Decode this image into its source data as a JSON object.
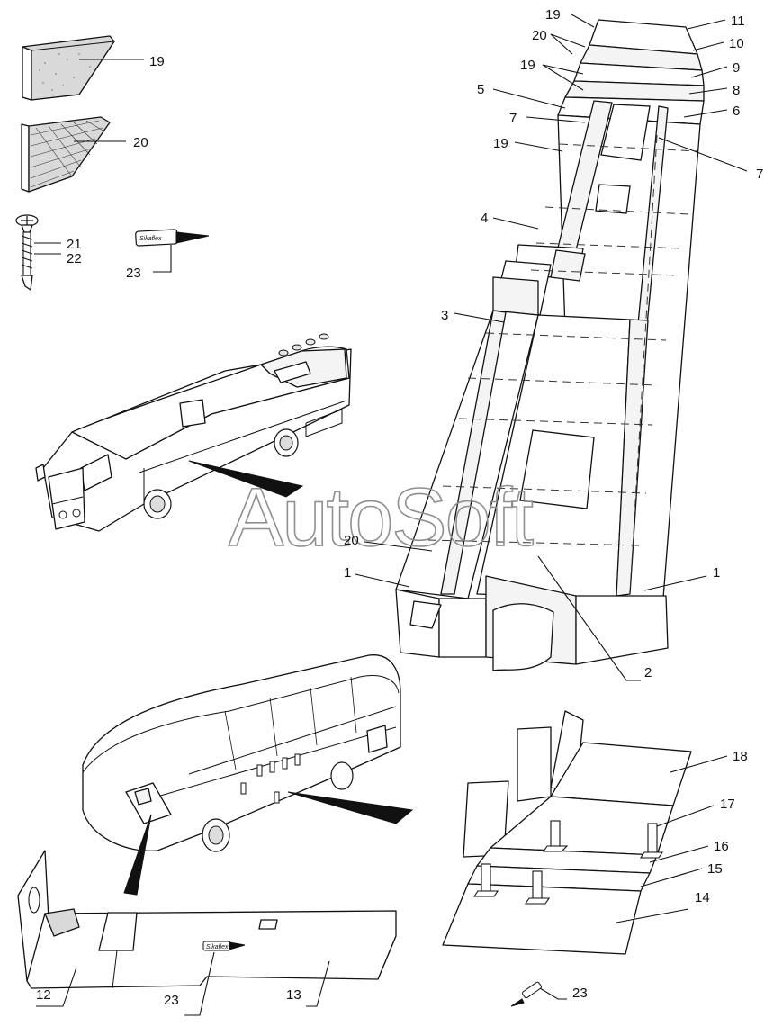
{
  "watermark": "AutoSoft",
  "labels": {
    "l19a": "19",
    "l20a": "20",
    "l21": "21",
    "l22": "22",
    "l23a": "23",
    "l19b": "19",
    "l11": "11",
    "l20b": "20",
    "l10": "10",
    "l19c": "19",
    "l9": "9",
    "l5": "5",
    "l8": "8",
    "l7a": "7",
    "l6": "6",
    "l19d": "19",
    "l7b": "7",
    "l4": "4",
    "l3": "3",
    "l20c": "20",
    "l1a": "1",
    "l1b": "1",
    "l2": "2",
    "l18": "18",
    "l17": "17",
    "l16": "16",
    "l15": "15",
    "l14": "14",
    "l12": "12",
    "l23b": "23",
    "l13": "13",
    "l23c": "23"
  },
  "tube_stamp": "Sikaflex",
  "colors": {
    "line": "#111111",
    "watermark": "#8f8f8f"
  }
}
